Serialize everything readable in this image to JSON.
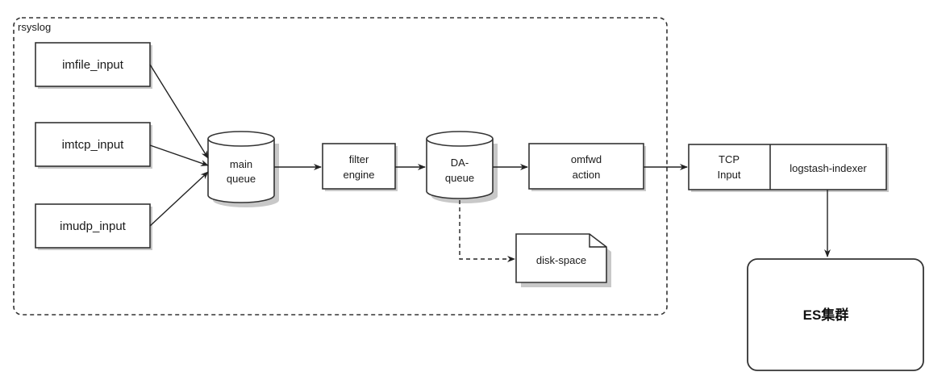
{
  "container": {
    "label": "rsyslog"
  },
  "nodes": {
    "imfile": "imfile_input",
    "imtcp": "imtcp_input",
    "imudp": "imudp_input",
    "main_queue": [
      "main",
      "queue"
    ],
    "filter_engine": [
      "filter",
      "engine"
    ],
    "da_queue": [
      "DA-",
      "queue"
    ],
    "omfwd": [
      "omfwd",
      "action"
    ],
    "disk_space": "disk-space",
    "tcp_input": [
      "TCP",
      "Input"
    ],
    "logstash_indexer": "logstash-indexer",
    "es_cluster": "ES集群"
  }
}
